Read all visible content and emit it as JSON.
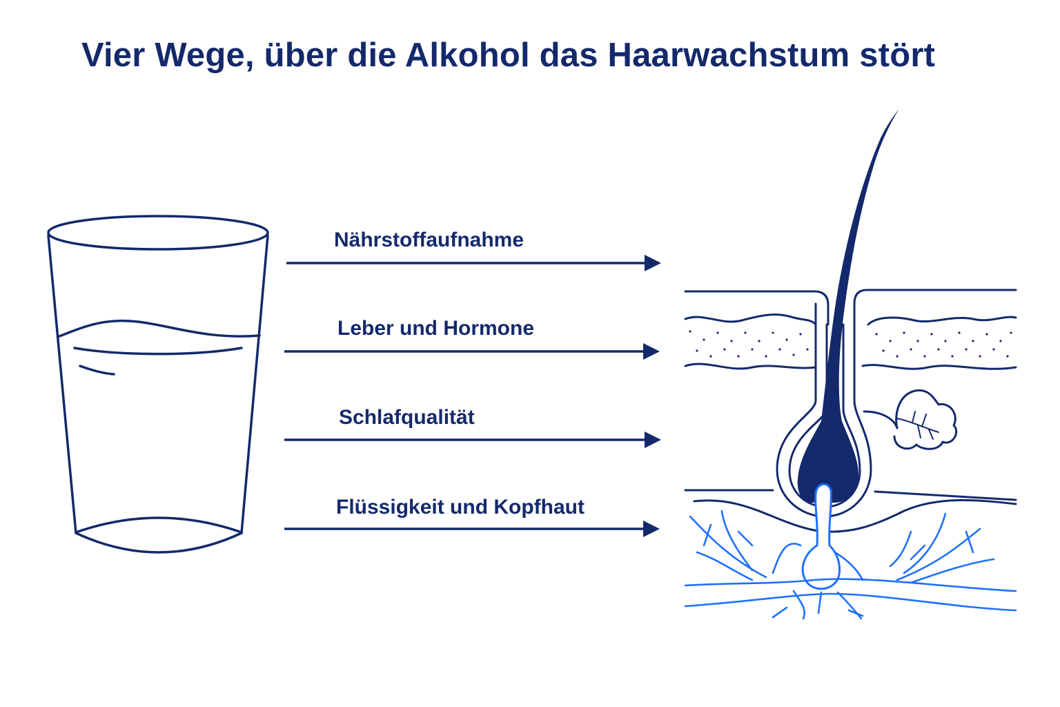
{
  "title": "Vier Wege, über die Alkohol das Haarwachstum stört",
  "pathways": [
    {
      "label": "Nährstoffaufnahme"
    },
    {
      "label": "Leber und Hormone"
    },
    {
      "label": "Schlafqualität"
    },
    {
      "label": "Flüssigkeit und Kopfhaut"
    }
  ],
  "illustrations": {
    "left": "glass-of-alcohol",
    "right": "hair-follicle-cross-section"
  },
  "colors": {
    "navy": "#14296b",
    "blue": "#1f6fff",
    "background": "#ffffff"
  }
}
